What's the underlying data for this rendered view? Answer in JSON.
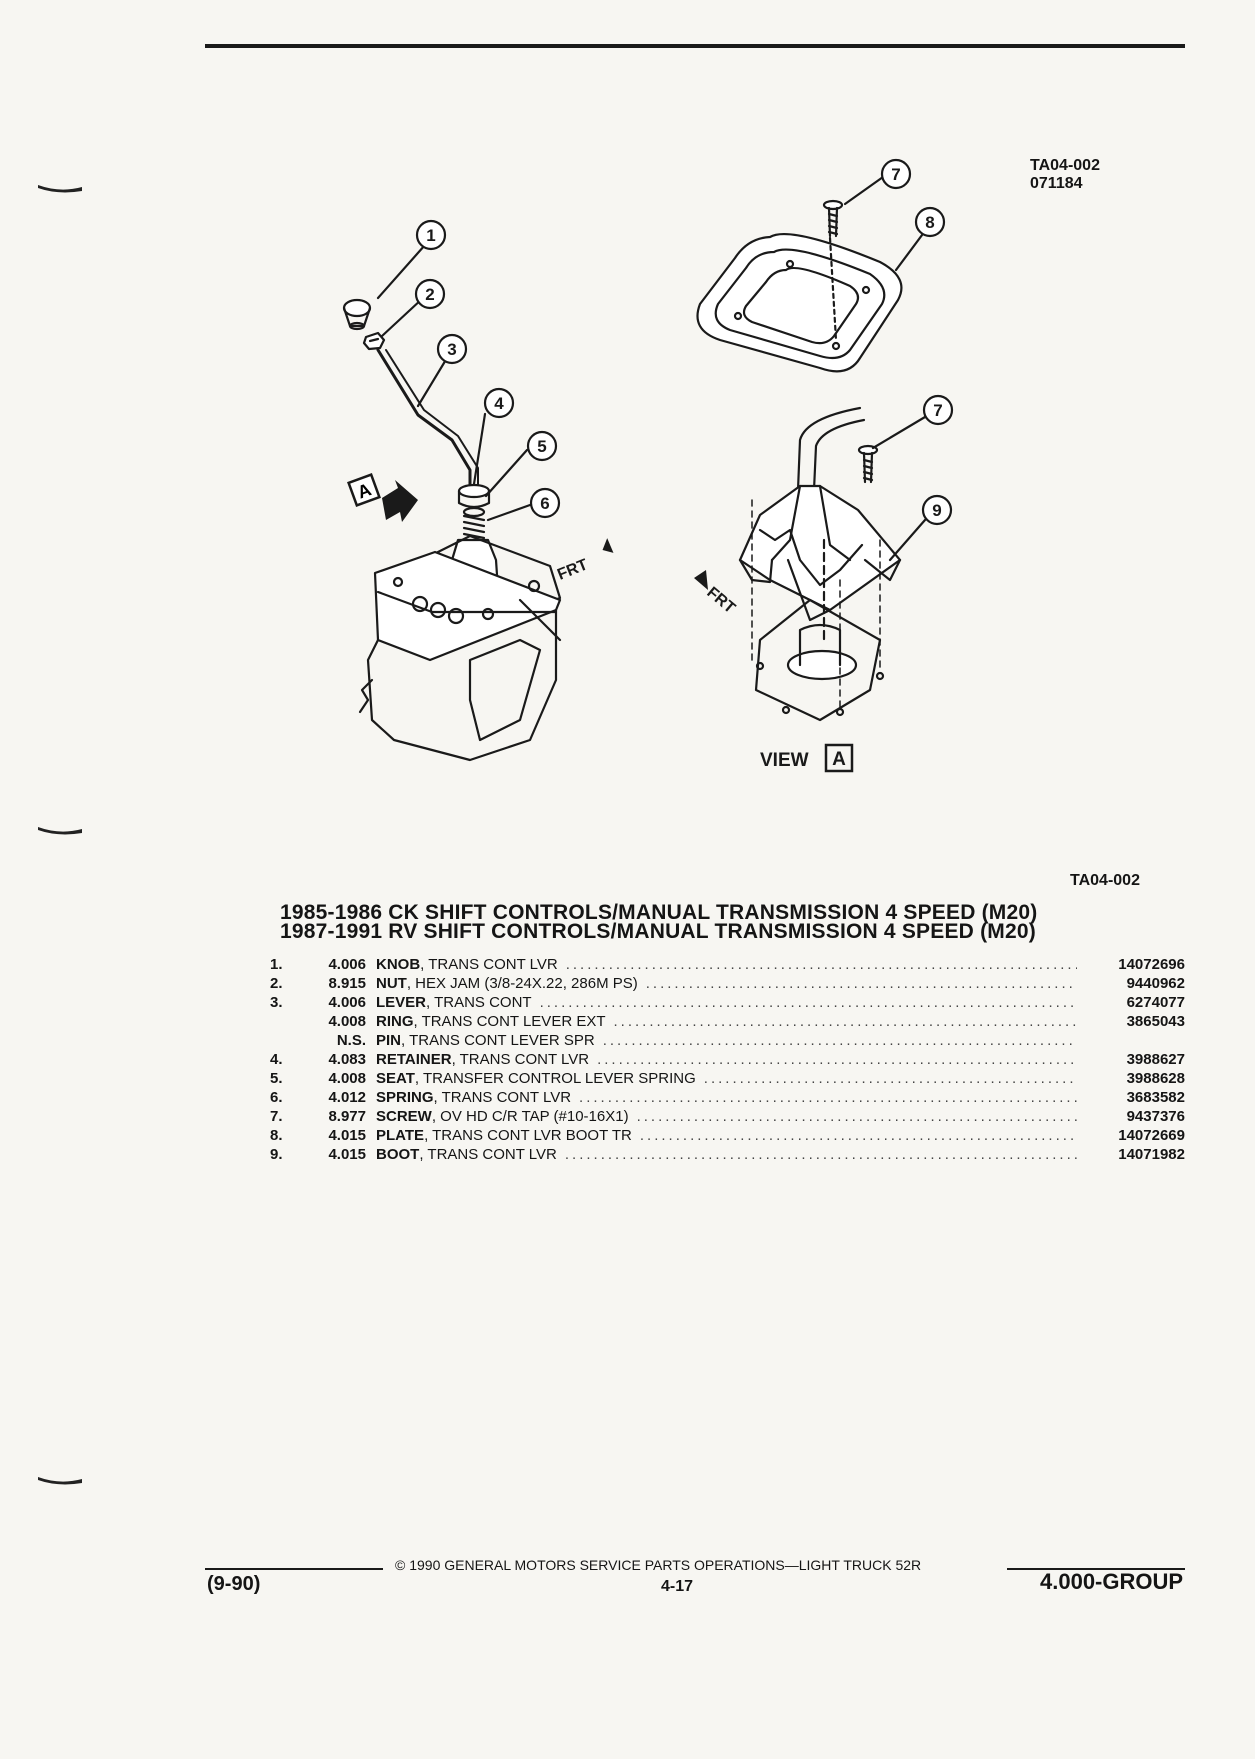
{
  "header": {
    "ref_code": "TA04-002",
    "ref_date": "071184"
  },
  "figure": {
    "code": "TA04-002",
    "view_label": "VIEW",
    "view_letter": "A",
    "front_label": "FRT",
    "callouts": [
      "1",
      "2",
      "3",
      "4",
      "5",
      "6",
      "7",
      "8",
      "7",
      "9"
    ]
  },
  "title": {
    "line1": "1985-1986 CK SHIFT CONTROLS/MANUAL TRANSMISSION 4 SPEED (M20)",
    "line2": "1987-1991 RV SHIFT CONTROLS/MANUAL TRANSMISSION 4 SPEED (M20)"
  },
  "parts": [
    {
      "num": "1.",
      "group": "4.006",
      "name": "KNOB",
      "detail": ", TRANS CONT LVR",
      "part": "14072696"
    },
    {
      "num": "2.",
      "group": "8.915",
      "name": "NUT",
      "detail": ", HEX JAM (3/8-24X.22, 286M PS)",
      "part": "9440962"
    },
    {
      "num": "3.",
      "group": "4.006",
      "name": "LEVER",
      "detail": ", TRANS CONT",
      "part": "6274077"
    },
    {
      "num": "",
      "group": "4.008",
      "name": "RING",
      "detail": ", TRANS CONT LEVER EXT",
      "part": "3865043"
    },
    {
      "num": "",
      "group": "N.S.",
      "name": "PIN",
      "detail": ", TRANS CONT LEVER SPR",
      "part": ""
    },
    {
      "num": "4.",
      "group": "4.083",
      "name": "RETAINER",
      "detail": ", TRANS CONT LVR",
      "part": "3988627"
    },
    {
      "num": "5.",
      "group": "4.008",
      "name": "SEAT",
      "detail": ", TRANSFER CONTROL LEVER SPRING",
      "part": "3988628"
    },
    {
      "num": "6.",
      "group": "4.012",
      "name": "SPRING",
      "detail": ", TRANS CONT LVR",
      "part": "3683582"
    },
    {
      "num": "7.",
      "group": "8.977",
      "name": "SCREW",
      "detail": ", OV HD C/R TAP (#10-16X1)",
      "part": "9437376"
    },
    {
      "num": "8.",
      "group": "4.015",
      "name": "PLATE",
      "detail": ", TRANS CONT LVR BOOT TR",
      "part": "14072669"
    },
    {
      "num": "9.",
      "group": "4.015",
      "name": "BOOT",
      "detail": ", TRANS CONT LVR",
      "part": "14071982"
    }
  ],
  "footer": {
    "copyright": "© 1990 GENERAL MOTORS SERVICE PARTS OPERATIONS—LIGHT TRUCK 52R",
    "date": "(9-90)",
    "page": "4-17",
    "group": "4.000-GROUP"
  }
}
